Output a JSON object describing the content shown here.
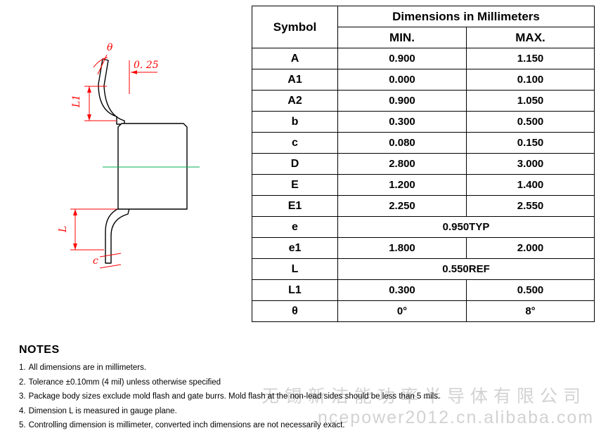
{
  "table": {
    "header": {
      "symbol": "Symbol",
      "dim_title": "Dimensions in Millimeters",
      "min": "MIN.",
      "max": "MAX."
    },
    "rows": [
      {
        "symbol": "A",
        "min": "0.900",
        "max": "1.150"
      },
      {
        "symbol": "A1",
        "min": "0.000",
        "max": "0.100"
      },
      {
        "symbol": "A2",
        "min": "0.900",
        "max": "1.050"
      },
      {
        "symbol": "b",
        "min": "0.300",
        "max": "0.500"
      },
      {
        "symbol": "c",
        "min": "0.080",
        "max": "0.150"
      },
      {
        "symbol": "D",
        "min": "2.800",
        "max": "3.000"
      },
      {
        "symbol": "E",
        "min": "1.200",
        "max": "1.400"
      },
      {
        "symbol": "E1",
        "min": "2.250",
        "max": "2.550"
      },
      {
        "symbol": "e",
        "span": "0.950TYP"
      },
      {
        "symbol": "e1",
        "min": "1.800",
        "max": "2.000"
      },
      {
        "symbol": "L",
        "span": "0.550REF"
      },
      {
        "symbol": "L1",
        "min": "0.300",
        "max": "0.500"
      },
      {
        "symbol": "θ",
        "min": "0°",
        "max": "8°"
      }
    ]
  },
  "drawing": {
    "theta_label": "θ",
    "tip_dim_label": "0. 25",
    "l1_label": "L1",
    "l_label": "L",
    "c_label": "c",
    "colors": {
      "dimension_red": "#ff0000",
      "centerline_green": "#00b050",
      "outline_black": "#000000"
    }
  },
  "notes": {
    "title": "NOTES",
    "items": [
      {
        "num": "1.",
        "text": "All dimensions are in millimeters."
      },
      {
        "num": "2.",
        "text": "Tolerance ±0.10mm (4 mil) unless otherwise specified"
      },
      {
        "num": "3.",
        "text": "Package body sizes exclude mold flash and gate burrs. Mold flash at the non-lead sides should be less than 5 mils."
      },
      {
        "num": "4.",
        "text": "Dimension L is measured in gauge plane."
      },
      {
        "num": "5.",
        "text": "Controlling dimension is millimeter, converted inch dimensions are not necessarily exact."
      }
    ]
  },
  "watermark": {
    "line1": "无锡新洁能功率半导体有限公司",
    "line2": "ncepower2012.cn.alibaba.com",
    "color": "#d2d2d2"
  }
}
